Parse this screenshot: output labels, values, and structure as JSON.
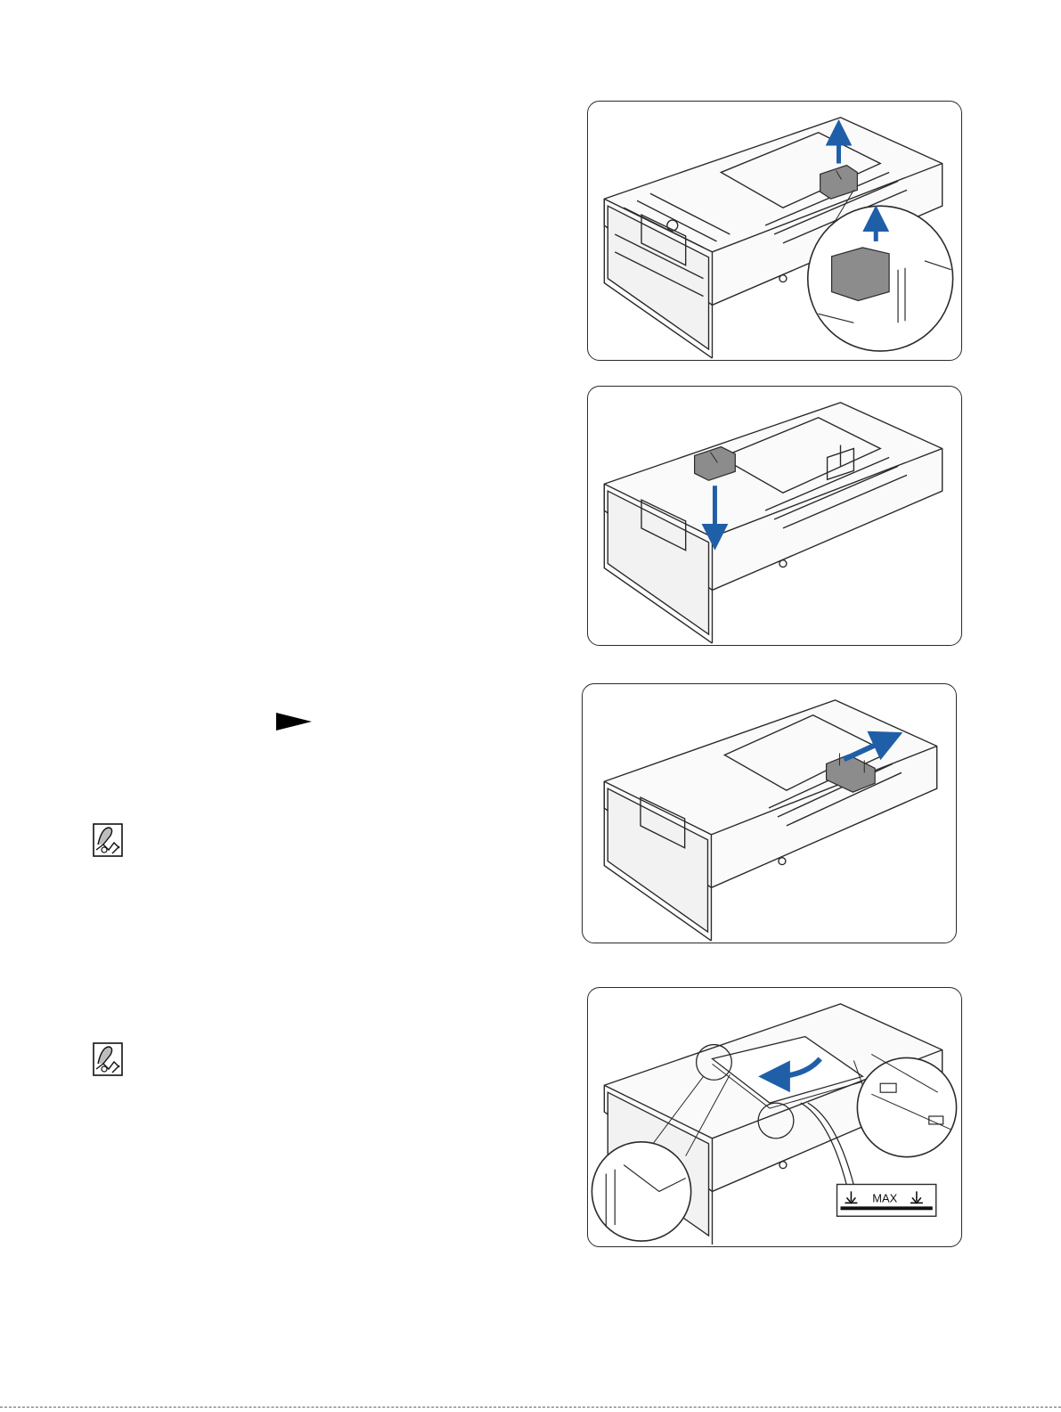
{
  "figures": [
    {
      "id": "fig-remove-end-guide",
      "action": "lift",
      "accent": "#1f5fa8"
    },
    {
      "id": "fig-insert-end-guide",
      "action": "press-down",
      "accent": "#1f5fa8"
    },
    {
      "id": "fig-slide-end-guide",
      "action": "slide",
      "accent": "#1f5fa8"
    },
    {
      "id": "fig-load-paper",
      "action": "load",
      "accent": "#1f5fa8"
    }
  ],
  "max_label": {
    "text": "MAX",
    "icon": "down-arrow-icon"
  },
  "icons": {
    "next_step": "triangle-arrow-icon",
    "note": "note-pencil-icon"
  },
  "colors": {
    "accent": "#1f5fa8",
    "guide_gray": "#8c8c8c",
    "line": "#2a2a2a"
  }
}
